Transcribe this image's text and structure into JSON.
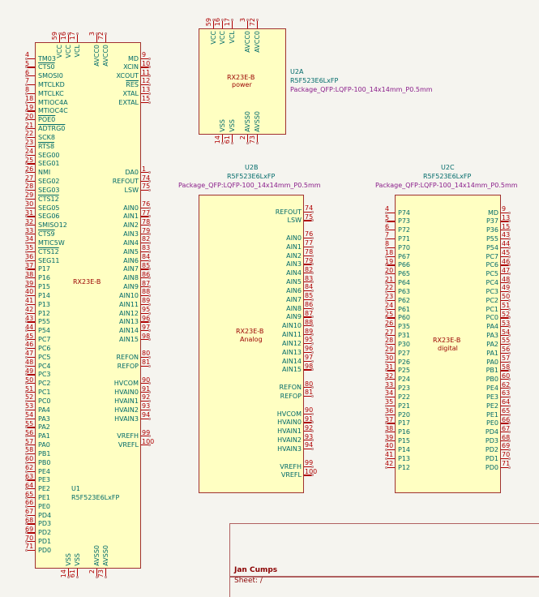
{
  "colors": {
    "body": "#ffffc2",
    "border": "#a03030",
    "pin_name": "#006a6a",
    "pin_number": "#b00000",
    "footprint": "#8a1c8a"
  },
  "u1": {
    "ref": "U1",
    "value": "R5F523E6LxFP",
    "name": "RX23E-B",
    "left": [
      [
        "TM03",
        "4"
      ],
      [
        "CTS0",
        "5",
        1
      ],
      [
        "SMOSI0",
        "6"
      ],
      [
        "MTCLKD",
        "7"
      ],
      [
        "MTCLKC",
        "8"
      ],
      [
        "MTIOC4A",
        "18"
      ],
      [
        "MTIOC4C",
        "19"
      ],
      [
        "POE0",
        "20",
        1
      ],
      [
        "ADTRG0",
        "21",
        1
      ],
      [
        "SCK8",
        "22"
      ],
      [
        "RTS8",
        "23",
        1
      ],
      [
        "SEG00",
        "24"
      ],
      [
        "SEG01",
        "25"
      ],
      [
        "NMI",
        "26"
      ],
      [
        "SEG02",
        "27"
      ],
      [
        "SEG03",
        "28"
      ],
      [
        "CTS12",
        "29",
        1
      ],
      [
        "SEG05",
        "30"
      ],
      [
        "SEG06",
        "31"
      ],
      [
        "SMISO12",
        "32"
      ],
      [
        "CTS9",
        "33",
        1
      ],
      [
        "MTIC5W",
        "34"
      ],
      [
        "CTS12",
        "35",
        1
      ],
      [
        "SEG11",
        "36"
      ],
      [
        "P17",
        "37"
      ],
      [
        "P16",
        "38"
      ],
      [
        "P15",
        "39"
      ],
      [
        "P14",
        "40"
      ],
      [
        "P13",
        "41"
      ],
      [
        "P12",
        "42"
      ],
      [
        "P55",
        "43"
      ],
      [
        "P54",
        "44"
      ],
      [
        "PC7",
        "45"
      ],
      [
        "PC6",
        "46"
      ],
      [
        "PC5",
        "47"
      ],
      [
        "PC4",
        "48"
      ],
      [
        "PC3",
        "49"
      ],
      [
        "PC2",
        "50"
      ],
      [
        "PC1",
        "51"
      ],
      [
        "PC0",
        "52"
      ],
      [
        "PA4",
        "53"
      ],
      [
        "PA3",
        "54"
      ],
      [
        "PA2",
        "55"
      ],
      [
        "PA1",
        "56"
      ],
      [
        "PA0",
        "57"
      ],
      [
        "PB1",
        "58"
      ],
      [
        "PB0",
        "60"
      ],
      [
        "PE4",
        "62"
      ],
      [
        "PE3",
        "63"
      ],
      [
        "PE2",
        "64"
      ],
      [
        "PE1",
        "65"
      ],
      [
        "PE0",
        "66"
      ],
      [
        "PD4",
        "67"
      ],
      [
        "PD3",
        "68"
      ],
      [
        "PD2",
        "69"
      ],
      [
        "PD1",
        "70"
      ],
      [
        "PD0",
        "71"
      ]
    ],
    "right": [
      [
        "MD",
        "9"
      ],
      [
        "XCIN",
        "10"
      ],
      [
        "XCOUT",
        "11"
      ],
      [
        "RES",
        "12",
        1
      ],
      [
        "XTAL",
        "13"
      ],
      [
        "EXTAL",
        "15"
      ],
      [
        "DA0",
        "1"
      ],
      [
        "REFOUT",
        "74"
      ],
      [
        "LSW",
        "75"
      ],
      [
        "AIN0",
        "76"
      ],
      [
        "AIN1",
        "77"
      ],
      [
        "AIN2",
        "78"
      ],
      [
        "AIN3",
        "79"
      ],
      [
        "AIN4",
        "82"
      ],
      [
        "AIN5",
        "83"
      ],
      [
        "AIN6",
        "84"
      ],
      [
        "AIN7",
        "85"
      ],
      [
        "AIN8",
        "86"
      ],
      [
        "AIN9",
        "87"
      ],
      [
        "AIN10",
        "88"
      ],
      [
        "AIN11",
        "89"
      ],
      [
        "AIN12",
        "95"
      ],
      [
        "AIN13",
        "96"
      ],
      [
        "AIN14",
        "97"
      ],
      [
        "AIN15",
        "98"
      ],
      [
        "REFON",
        "80"
      ],
      [
        "REFOP",
        "81"
      ],
      [
        "HVCOM",
        "90"
      ],
      [
        "HVAIN0",
        "91"
      ],
      [
        "HVAIN1",
        "92"
      ],
      [
        "HVAIN2",
        "93"
      ],
      [
        "HVAIN3",
        "94"
      ],
      [
        "VREFH",
        "99"
      ],
      [
        "VREFL",
        "100"
      ]
    ],
    "top": [
      [
        "VCC",
        "59"
      ],
      [
        "VCC",
        "16"
      ],
      [
        "VCL",
        "17"
      ],
      [
        "AVCC0",
        "3"
      ],
      [
        "AVCC0",
        "72"
      ]
    ],
    "bottom": [
      [
        "VSS",
        "14"
      ],
      [
        "VSS",
        "61"
      ],
      [
        "AVSS0",
        "2"
      ],
      [
        "AVSS0",
        "73"
      ]
    ]
  },
  "u2a": {
    "ref": "U2A",
    "value": "R5F523E6LxFP",
    "footprint": "Package_QFP:LQFP-100_14x14mm_P0.5mm",
    "name": "RX23E-B",
    "unit": "power",
    "top": [
      [
        "VCC",
        "59"
      ],
      [
        "VCC",
        "16"
      ],
      [
        "VCL",
        "17"
      ],
      [
        "AVCC0",
        "3"
      ],
      [
        "AVCC0",
        "72"
      ]
    ],
    "bottom": [
      [
        "VSS",
        "14"
      ],
      [
        "VSS",
        "61"
      ],
      [
        "AVSS0",
        "2"
      ],
      [
        "AVSS0",
        "73"
      ]
    ]
  },
  "u2b": {
    "ref": "U2B",
    "value": "R5F523E6LxFP",
    "footprint": "Package_QFP:LQFP-100_14x14mm_P0.5mm",
    "name": "RX23E-B",
    "unit": "Analog",
    "right": [
      [
        "REFOUT",
        "74"
      ],
      [
        "LSW",
        "75"
      ],
      [
        "AIN0",
        "76"
      ],
      [
        "AIN1",
        "77"
      ],
      [
        "AIN2",
        "78"
      ],
      [
        "AIN3",
        "79"
      ],
      [
        "AIN4",
        "82"
      ],
      [
        "AIN5",
        "83"
      ],
      [
        "AIN6",
        "84"
      ],
      [
        "AIN7",
        "85"
      ],
      [
        "AIN8",
        "86"
      ],
      [
        "AIN9",
        "87"
      ],
      [
        "AIN10",
        "88"
      ],
      [
        "AIN11",
        "89"
      ],
      [
        "AIN12",
        "95"
      ],
      [
        "AIN13",
        "96"
      ],
      [
        "AIN14",
        "97"
      ],
      [
        "AIN15",
        "98"
      ],
      [
        "REFON",
        "80"
      ],
      [
        "REFOP",
        "81"
      ],
      [
        "HVCOM",
        "90"
      ],
      [
        "HVAIN0",
        "91"
      ],
      [
        "HVAIN1",
        "92"
      ],
      [
        "HVAIN2",
        "93"
      ],
      [
        "HVAIN3",
        "94"
      ],
      [
        "VREFH",
        "99"
      ],
      [
        "VREFL",
        "100"
      ]
    ]
  },
  "u2c": {
    "ref": "U2C",
    "value": "R5F523E6LxFP",
    "footprint": "Package_QFP:LQFP-100_14x14mm_P0.5mm",
    "name": "RX23E-B",
    "unit": "digital",
    "left": [
      [
        "P74",
        "4"
      ],
      [
        "P73",
        "5"
      ],
      [
        "P72",
        "6"
      ],
      [
        "P71",
        "7"
      ],
      [
        "P70",
        "8"
      ],
      [
        "P67",
        "18"
      ],
      [
        "P66",
        "19"
      ],
      [
        "P65",
        "20"
      ],
      [
        "P64",
        "21"
      ],
      [
        "P63",
        "22"
      ],
      [
        "P62",
        "23"
      ],
      [
        "P61",
        "24"
      ],
      [
        "P60",
        "25"
      ],
      [
        "P35",
        "26"
      ],
      [
        "P31",
        "27"
      ],
      [
        "P30",
        "28"
      ],
      [
        "P27",
        "29"
      ],
      [
        "P26",
        "30"
      ],
      [
        "P25",
        "31"
      ],
      [
        "P24",
        "32"
      ],
      [
        "P23",
        "33"
      ],
      [
        "P22",
        "34"
      ],
      [
        "P21",
        "35"
      ],
      [
        "P20",
        "36"
      ],
      [
        "P17",
        "37"
      ],
      [
        "P16",
        "38"
      ],
      [
        "P15",
        "39"
      ],
      [
        "P14",
        "40"
      ],
      [
        "P13",
        "41"
      ],
      [
        "P12",
        "42"
      ]
    ],
    "right": [
      [
        "MD",
        "9"
      ],
      [
        "P37",
        "13"
      ],
      [
        "P36",
        "15"
      ],
      [
        "P55",
        "43"
      ],
      [
        "P54",
        "44"
      ],
      [
        "PC7",
        "45"
      ],
      [
        "PC6",
        "46"
      ],
      [
        "PC5",
        "47"
      ],
      [
        "PC4",
        "48"
      ],
      [
        "PC3",
        "49"
      ],
      [
        "PC2",
        "50"
      ],
      [
        "PC1",
        "51"
      ],
      [
        "PC0",
        "52"
      ],
      [
        "PA4",
        "53"
      ],
      [
        "PA3",
        "54"
      ],
      [
        "PA2",
        "55"
      ],
      [
        "PA1",
        "56"
      ],
      [
        "PA0",
        "57"
      ],
      [
        "PB1",
        "58"
      ],
      [
        "PB0",
        "60"
      ],
      [
        "PE4",
        "62"
      ],
      [
        "PE3",
        "63"
      ],
      [
        "PE2",
        "64"
      ],
      [
        "PE1",
        "65"
      ],
      [
        "PE0",
        "66"
      ],
      [
        "PD4",
        "67"
      ],
      [
        "PD3",
        "68"
      ],
      [
        "PD2",
        "69"
      ],
      [
        "PD1",
        "70"
      ],
      [
        "PD0",
        "71"
      ]
    ]
  },
  "title_block": {
    "author": "Jan Cumps",
    "sheet": "Sheet: /"
  }
}
